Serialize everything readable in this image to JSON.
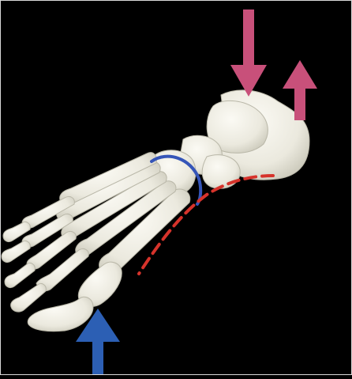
{
  "figure": {
    "background": "#000000",
    "bone_fill": "#efeee6",
    "bone_stroke": "#b9b7a8",
    "force_down_color": "#c8507a",
    "force_up_heel_color": "#c8507a",
    "force_up_forefoot_color": "#2c5fb4",
    "arch_line_color": "#d6332b",
    "transverse_arch_color": "#3555b8",
    "icons": [
      "force-arrow-down",
      "force-arrow-up",
      "force-arrow-up"
    ]
  }
}
